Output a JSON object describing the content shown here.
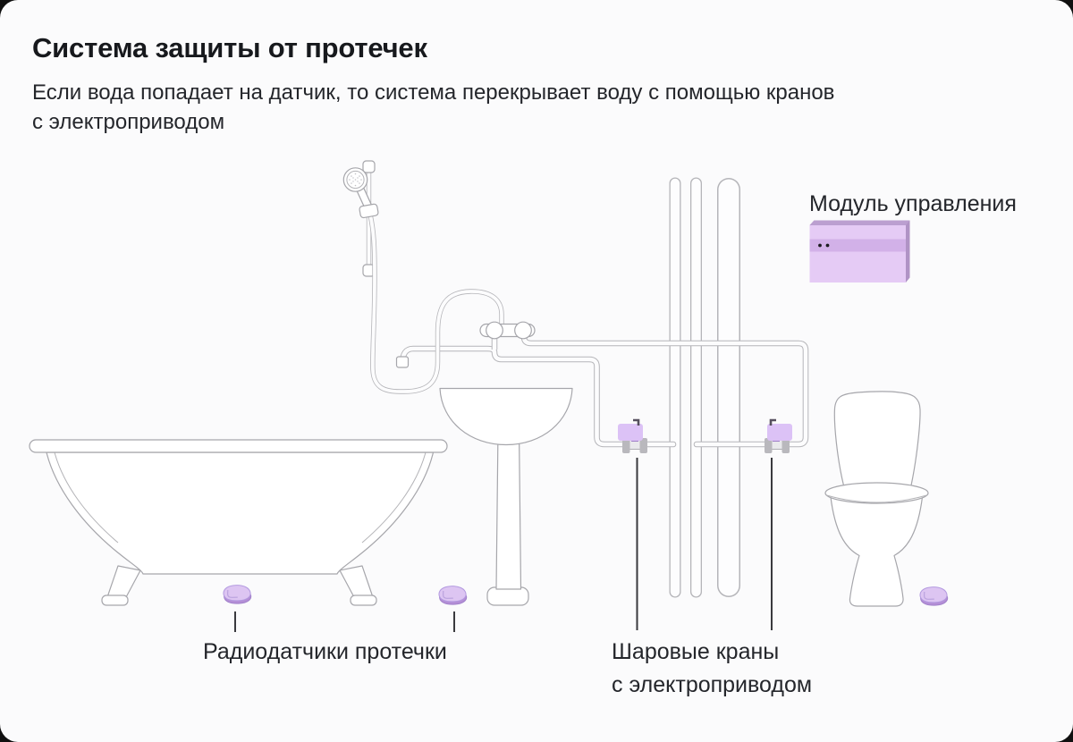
{
  "page": {
    "title": "Система защиты от протечек",
    "subtitle_line1": "Если вода попадает на датчик, то система перекрывает воду с помощью кранов",
    "subtitle_line2": "с электроприводом"
  },
  "labels": {
    "control_module": "Модуль управления",
    "leak_sensors": "Радиодатчики протечки",
    "ball_valves_line1": "Шаровые краны",
    "ball_valves_line2": "с электроприводом"
  },
  "colors": {
    "module_front": "#e5cbf5",
    "module_stripe": "#d2b1e8",
    "module_side": "#b093c5",
    "module_top": "#bb9fd0",
    "module_led": "#1b1b1f",
    "sensor_top": "#ddc5f2",
    "sensor_side": "#b48ed6",
    "valve_box": "#dcc2f6",
    "valve_stem": "#a07fc7",
    "valve_handle": "#57505f",
    "valve_flange": "#b9b8bd",
    "valve_pipe": "#e9e9ec"
  }
}
